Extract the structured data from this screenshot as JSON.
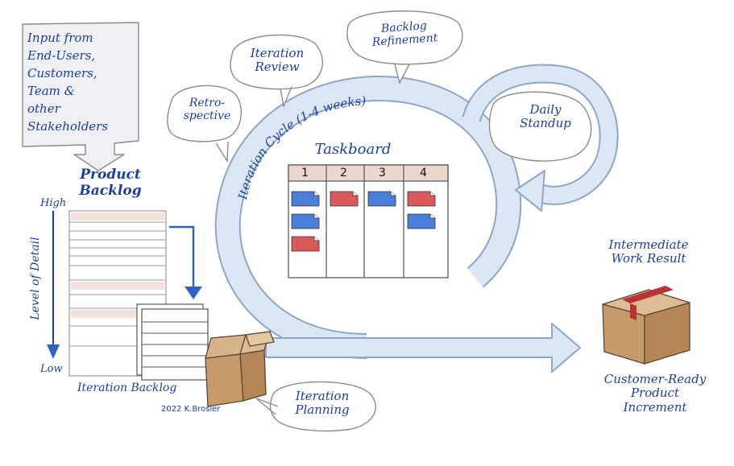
{
  "input_note": {
    "lines": [
      "Input from",
      "End-Users,",
      "Customers,",
      "Team &",
      "other",
      "Stakeholders"
    ]
  },
  "product_backlog": {
    "title_lines": [
      "Product",
      "Backlog"
    ],
    "high": "High",
    "low": "Low",
    "axis_label": "Level of Detail"
  },
  "iteration_backlog": {
    "label": "Iteration Backlog",
    "credit": "2022 K.Brosler"
  },
  "iteration_planning": {
    "lines": [
      "Iteration",
      "Planning"
    ]
  },
  "retrospective": {
    "lines": [
      "Retro-",
      "spective"
    ]
  },
  "iteration_review": {
    "lines": [
      "Iteration",
      "Review"
    ]
  },
  "backlog_refinement": {
    "lines": [
      "Backlog",
      "Refinement"
    ]
  },
  "daily_standup": {
    "lines": [
      "Daily",
      "Standup"
    ]
  },
  "iteration_cycle": {
    "label": "Iteration Cycle (1-4 weeks)"
  },
  "taskboard": {
    "title": "Taskboard",
    "columns": [
      "1",
      "2",
      "3",
      "4"
    ],
    "cards": [
      {
        "column": 0,
        "row": 0,
        "color": "blue"
      },
      {
        "column": 0,
        "row": 1,
        "color": "blue"
      },
      {
        "column": 0,
        "row": 2,
        "color": "red"
      },
      {
        "column": 1,
        "row": 0,
        "color": "red"
      },
      {
        "column": 2,
        "row": 0,
        "color": "blue"
      },
      {
        "column": 3,
        "row": 0,
        "color": "red"
      },
      {
        "column": 3,
        "row": 1,
        "color": "blue"
      }
    ]
  },
  "intermediate_result": {
    "lines": [
      "Intermediate",
      "Work Result"
    ]
  },
  "increment": {
    "lines": [
      "Customer-Ready",
      "Product",
      "Increment"
    ]
  },
  "colors": {
    "ink": "#1d3f9e",
    "arrow_fill": "#dce7f6",
    "arrow_stroke": "#8ea6c8",
    "card_blue": "#4a7fd8",
    "card_red": "#d95a5a",
    "box": "#cfa77a",
    "tape": "#b83236"
  }
}
